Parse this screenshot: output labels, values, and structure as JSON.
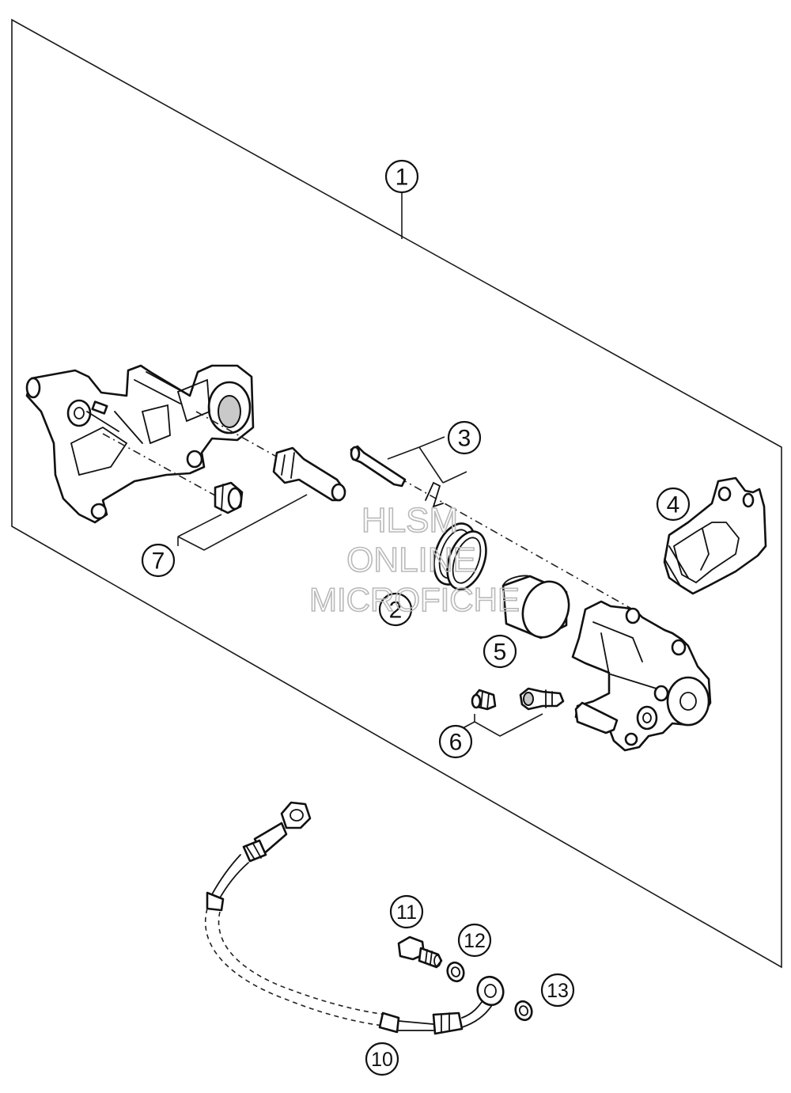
{
  "watermark": {
    "line1": "HLSM",
    "line2": "ONLINE",
    "line3": "MICROFICHE"
  },
  "callouts": {
    "c1": "1",
    "c2": "2",
    "c3": "3",
    "c4": "4",
    "c5": "5",
    "c6": "6",
    "c7": "7",
    "c10": "10",
    "c11": "11",
    "c12": "12",
    "c13": "13"
  }
}
